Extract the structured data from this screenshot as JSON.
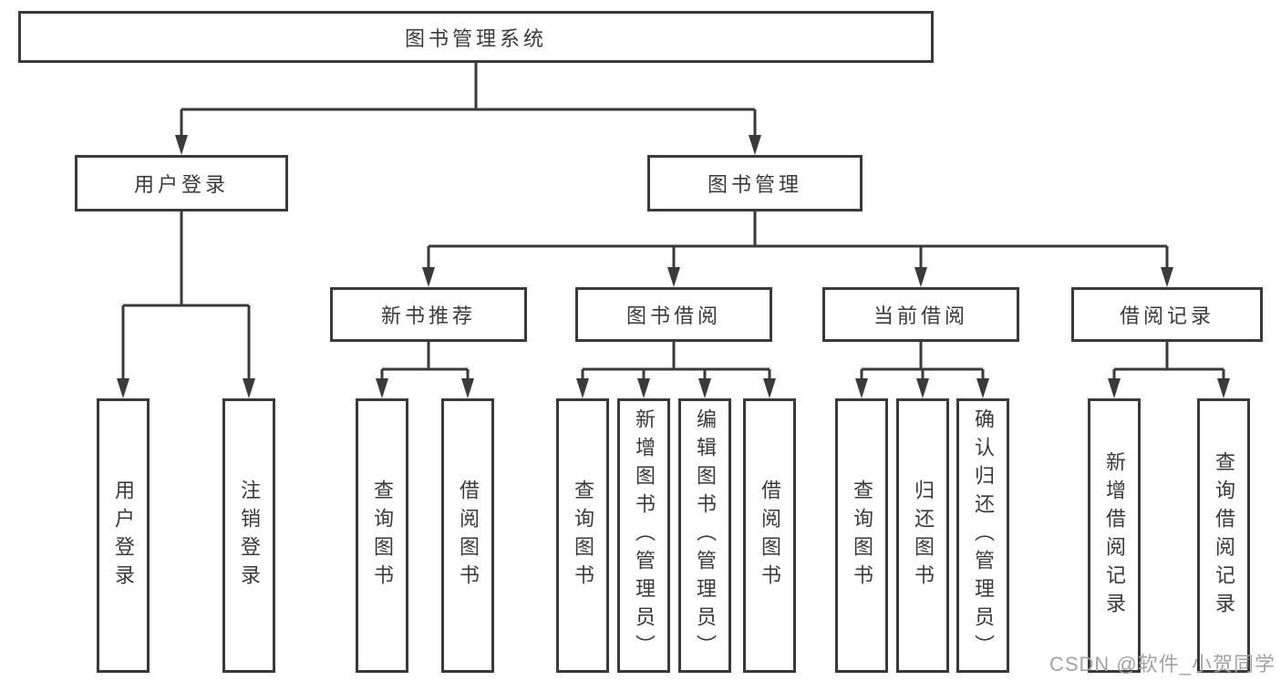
{
  "diagram": {
    "root": {
      "label": "图书管理系统"
    },
    "branches": [
      {
        "label": "用户登录",
        "children": [
          {
            "label": "用户登录"
          },
          {
            "label": "注销登录"
          }
        ]
      },
      {
        "label": "图书管理",
        "children": [
          {
            "label": "新书推荐",
            "children": [
              {
                "label": "查询图书"
              },
              {
                "label": "借阅图书"
              }
            ]
          },
          {
            "label": "图书借阅",
            "children": [
              {
                "label": "查询图书"
              },
              {
                "label": "新增图书（管理员）"
              },
              {
                "label": "编辑图书（管理员）"
              },
              {
                "label": "借阅图书"
              }
            ]
          },
          {
            "label": "当前借阅",
            "children": [
              {
                "label": "查询图书"
              },
              {
                "label": "归还图书"
              },
              {
                "label": "确认归还（管理员）"
              }
            ]
          },
          {
            "label": "借阅记录",
            "children": [
              {
                "label": "新增借阅记录"
              },
              {
                "label": "查询借阅记录"
              }
            ]
          }
        ]
      }
    ],
    "colors": {
      "line": "#3a3a3a",
      "box_border": "#3a3a3a",
      "text": "#3a3a3a",
      "background": "#ffffff",
      "watermark_text": "#a3a1a4"
    }
  },
  "watermark": {
    "text": "CSDN @软件_小贺同学"
  }
}
